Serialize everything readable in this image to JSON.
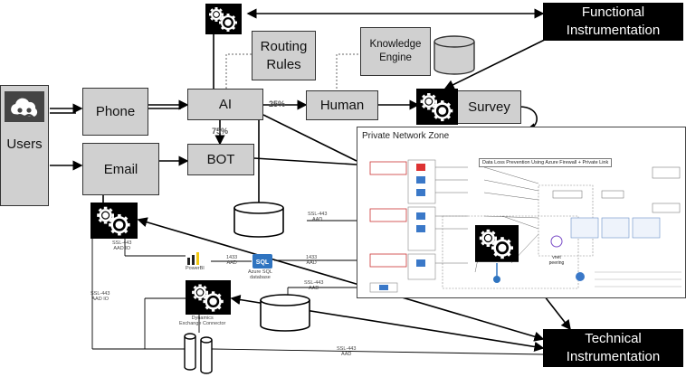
{
  "nodes": {
    "users": "Users",
    "phone": "Phone",
    "email": "Email",
    "ai": "AI",
    "bot": "BOT",
    "human": "Human",
    "survey": "Survey",
    "routing_rules": "Routing Rules",
    "knowledge_engine": "Knowledge Engine",
    "functional_instrumentation": "Functional Instrumentation",
    "technical_instrumentation": "Technical Instrumentation"
  },
  "edge_labels": {
    "ai_to_human": "25%",
    "ai_to_bot": "75%"
  },
  "private_zone": {
    "title": "Private Network Zone",
    "inner_title": "Data Loss Prevention Using Azure Firewall + Private Link"
  },
  "small_labels": {
    "ssl_aad_top": "SSL-443\nAAD",
    "ssl_aad_io": "SSL-443\nAAD IO",
    "powerbi": "PowerBI",
    "p1433_aad": "1433\nAAD",
    "azure_sql": "Azure SQL\ndatabase",
    "p1433_aad2": "1433\nAAD",
    "ssl_aad_mid": "SSL-443\nAAD",
    "ssl_aad_left": "SSL-443\nAAD IO",
    "dynamics": "Dynamics\nExchange Connector",
    "ssl_aad_bottom": "SSL-443\nAAD"
  }
}
